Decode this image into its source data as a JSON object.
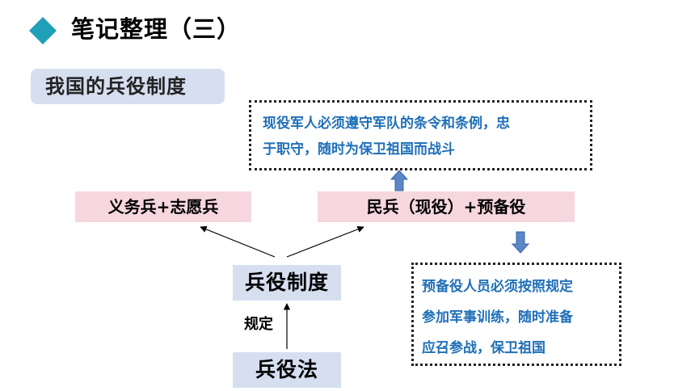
{
  "header": {
    "title": "笔记整理（三）"
  },
  "section": {
    "title": "我国的兵役制度"
  },
  "nodes": {
    "top_note_line1": "现役军人必须遵守军队的条令和条例，忠",
    "top_note_line2": "于职守，随时为保卫祖国而战斗",
    "left_node": "义务兵+志愿兵",
    "right_node": "民兵（现役）+预备役",
    "center_node": "兵役制度",
    "law_node": "兵役法",
    "relation_label": "规定",
    "bottom_note_line1": "预备役人员必须按照规定",
    "bottom_note_line2": "参加军事训练，随时准备",
    "bottom_note_line3": "应召参战，保卫祖国"
  },
  "colors": {
    "accent": "#1fa0b8",
    "note_text": "#1f6fb8",
    "pink_fill": "#f7d7df",
    "blue_fill": "#d6dff0",
    "arrow_fill": "#5b86c8"
  },
  "icons": {
    "bullet": "diamond-icon"
  }
}
